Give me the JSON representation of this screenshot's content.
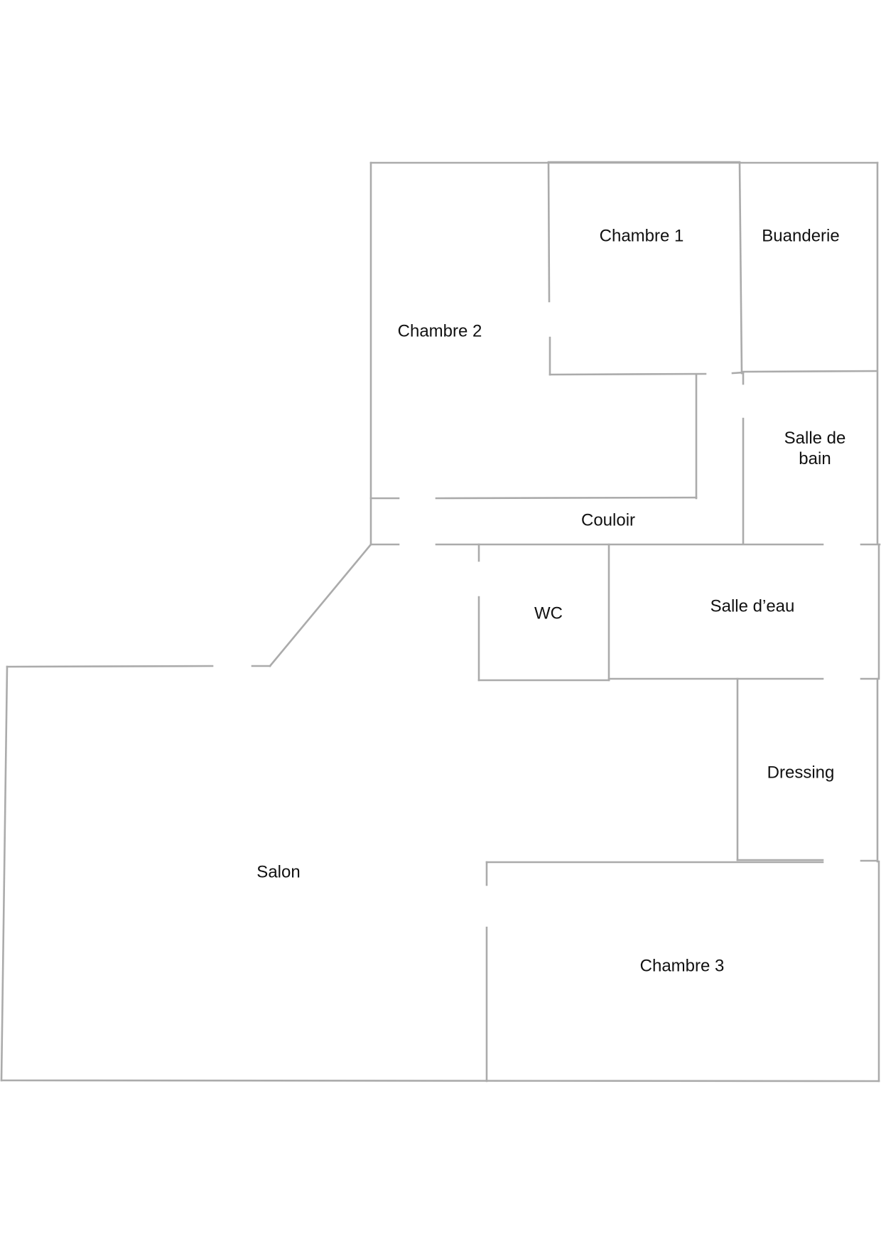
{
  "plan": {
    "rooms": {
      "chambre1": "Chambre 1",
      "buanderie": "Buanderie",
      "chambre2": "Chambre 2",
      "salle_de_bain_line1": "Salle de",
      "salle_de_bain_line2": "bain",
      "couloir": "Couloir",
      "wc": "WC",
      "salle_deau": "Salle d’eau",
      "dressing": "Dressing",
      "salon": "Salon",
      "chambre3": "Chambre 3"
    },
    "wall_color": "#ababab"
  }
}
